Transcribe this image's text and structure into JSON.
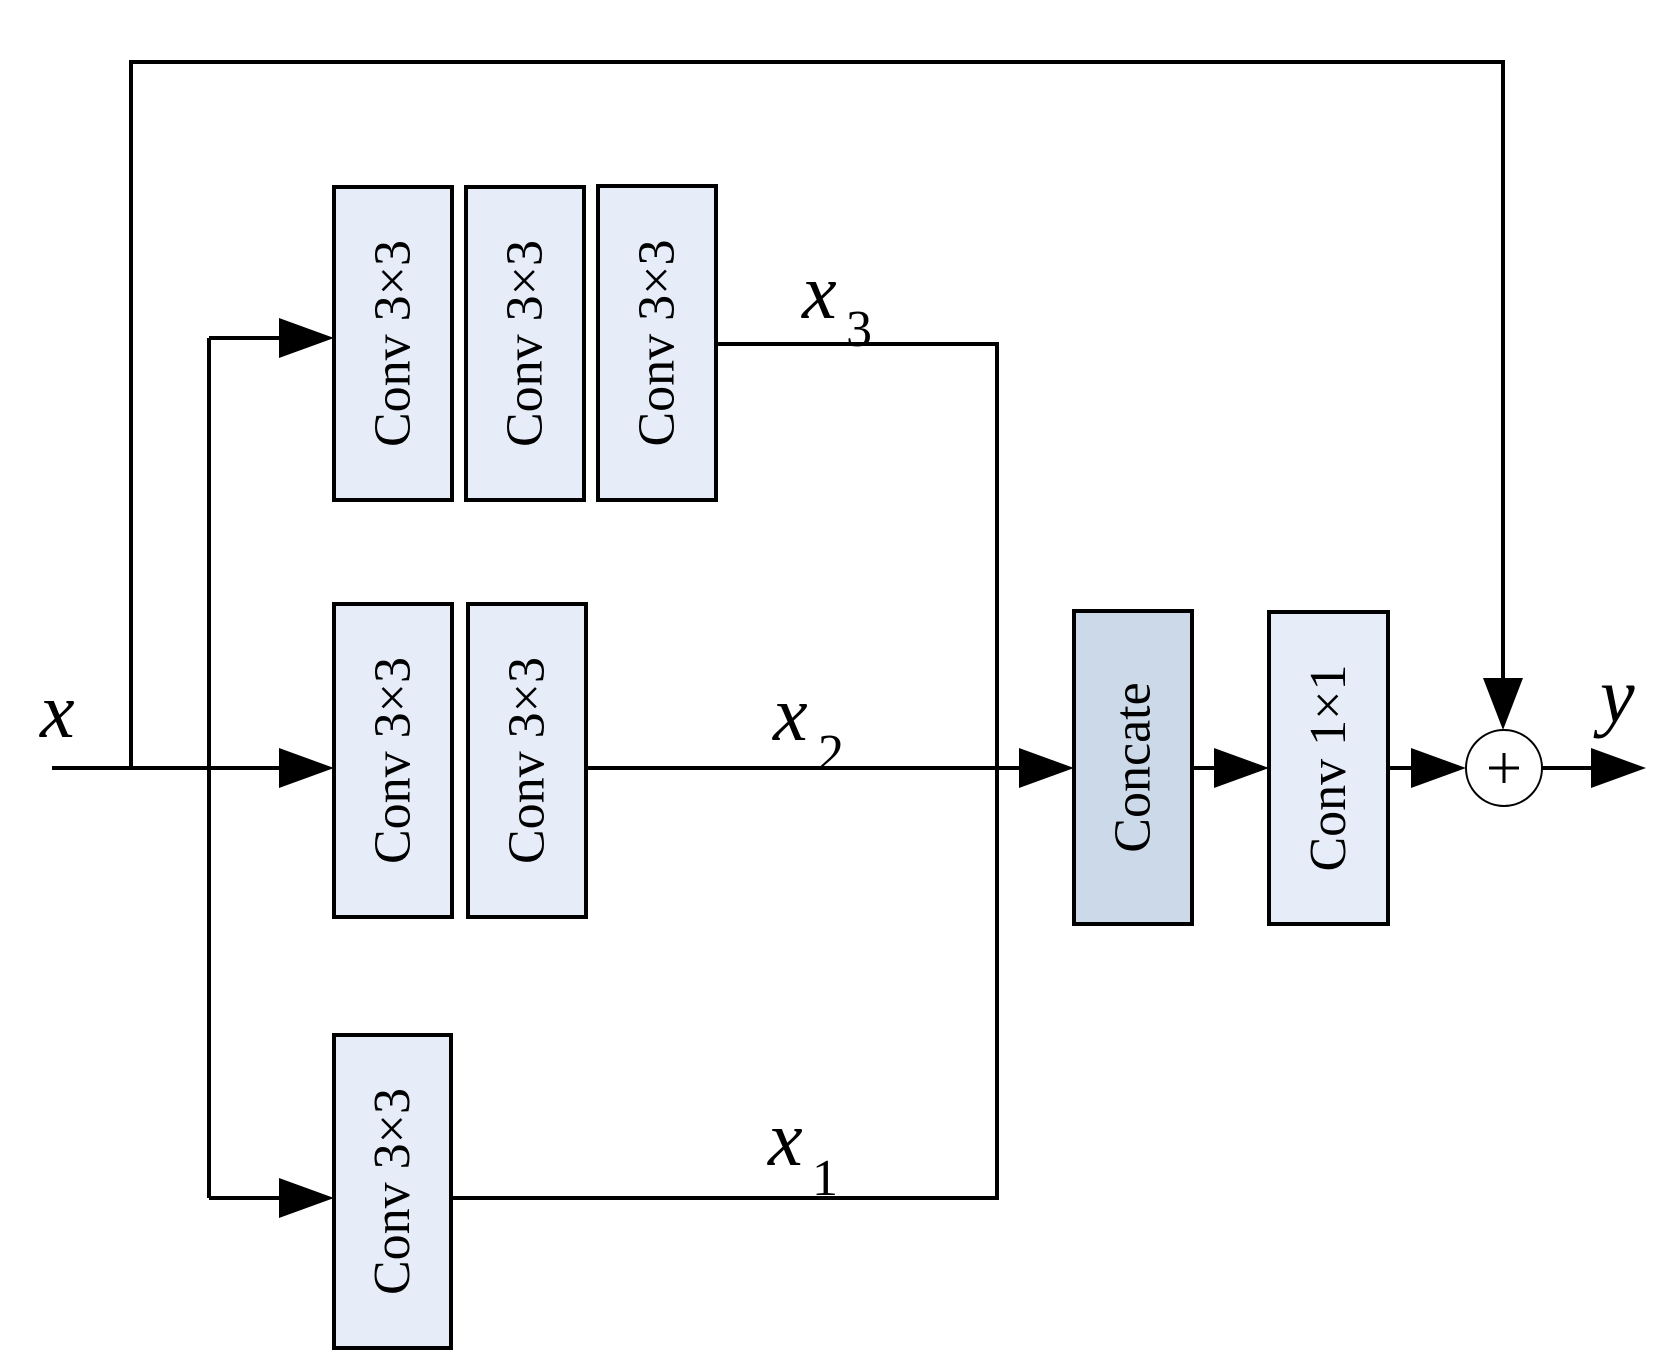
{
  "diagram": {
    "input": "x",
    "output": "y",
    "branches": [
      {
        "label": "x",
        "subscript": "3",
        "blocks": [
          "Conv 3×3",
          "Conv 3×3",
          "Conv 3×3"
        ]
      },
      {
        "label": "x",
        "subscript": "2",
        "blocks": [
          "Conv 3×3",
          "Conv 3×3"
        ]
      },
      {
        "label": "x",
        "subscript": "1",
        "blocks": [
          "Conv 3×3"
        ]
      }
    ],
    "concat": "Concate",
    "fuse": "Conv 1×1",
    "sum_symbol": "+"
  }
}
